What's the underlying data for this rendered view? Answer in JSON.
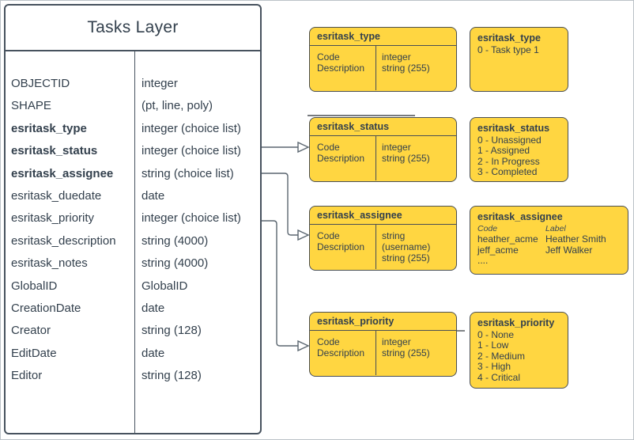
{
  "main_table": {
    "title": "Tasks Layer",
    "fields": [
      {
        "name": "OBJECTID",
        "type": "integer"
      },
      {
        "name": "SHAPE",
        "type": "(pt, line, poly)"
      },
      {
        "name": "esritask_type",
        "type": "integer (choice list)"
      },
      {
        "name": "esritask_status",
        "type": "integer (choice list)"
      },
      {
        "name": "esritask_assignee",
        "type": "string (choice list)"
      },
      {
        "name": "esritask_duedate",
        "type": "date"
      },
      {
        "name": "esritask_priority",
        "type": "integer (choice list)"
      },
      {
        "name": "esritask_description",
        "type": "string (4000)"
      },
      {
        "name": "esritask_notes",
        "type": "string (4000)"
      },
      {
        "name": "GlobalID",
        "type": "GlobalID"
      },
      {
        "name": "CreationDate",
        "type": "date"
      },
      {
        "name": "Creator",
        "type": "string (128)"
      },
      {
        "name": "EditDate",
        "type": "date"
      },
      {
        "name": "Editor",
        "type": "string (128)"
      }
    ]
  },
  "schema_boxes": [
    {
      "title": "esritask_type",
      "rows": [
        {
          "field": "Code",
          "type": "integer"
        },
        {
          "field": "Description",
          "type": "string (255)"
        }
      ]
    },
    {
      "title": "esritask_status",
      "rows": [
        {
          "field": "Code",
          "type": "integer"
        },
        {
          "field": "Description",
          "type": "string (255)"
        }
      ]
    },
    {
      "title": "esritask_assignee",
      "rows": [
        {
          "field": "Code",
          "type": "string  (username)"
        },
        {
          "field": "Description",
          "type": "string (255)"
        }
      ]
    },
    {
      "title": "esritask_priority",
      "rows": [
        {
          "field": "Code",
          "type": "integer"
        },
        {
          "field": "Description",
          "type": "string (255)"
        }
      ]
    }
  ],
  "legend_boxes": [
    {
      "title": "esritask_type",
      "lines": [
        "0 - Task type 1"
      ]
    },
    {
      "title": "esritask_status",
      "lines": [
        "0 - Unassigned",
        "1 - Assigned",
        "2 - In Progress",
        "3 - Completed"
      ]
    },
    {
      "title": "esritask_assignee",
      "code_header": "Code",
      "label_header": "Label",
      "entries": [
        {
          "code": "heather_acme",
          "label": "Heather Smith"
        },
        {
          "code": "jeff_acme",
          "label": "Jeff Walker"
        }
      ],
      "more": "...."
    },
    {
      "title": "esritask_priority",
      "lines": [
        "0 - None",
        "1 - Low",
        "2 - Medium",
        "3 - High",
        "4 - Critical"
      ]
    }
  ],
  "colors": {
    "box_fill": "#ffd641",
    "box_border": "#4a4f54",
    "table_border": "#47525e",
    "text": "#33404d",
    "connector": "#5b6670"
  }
}
